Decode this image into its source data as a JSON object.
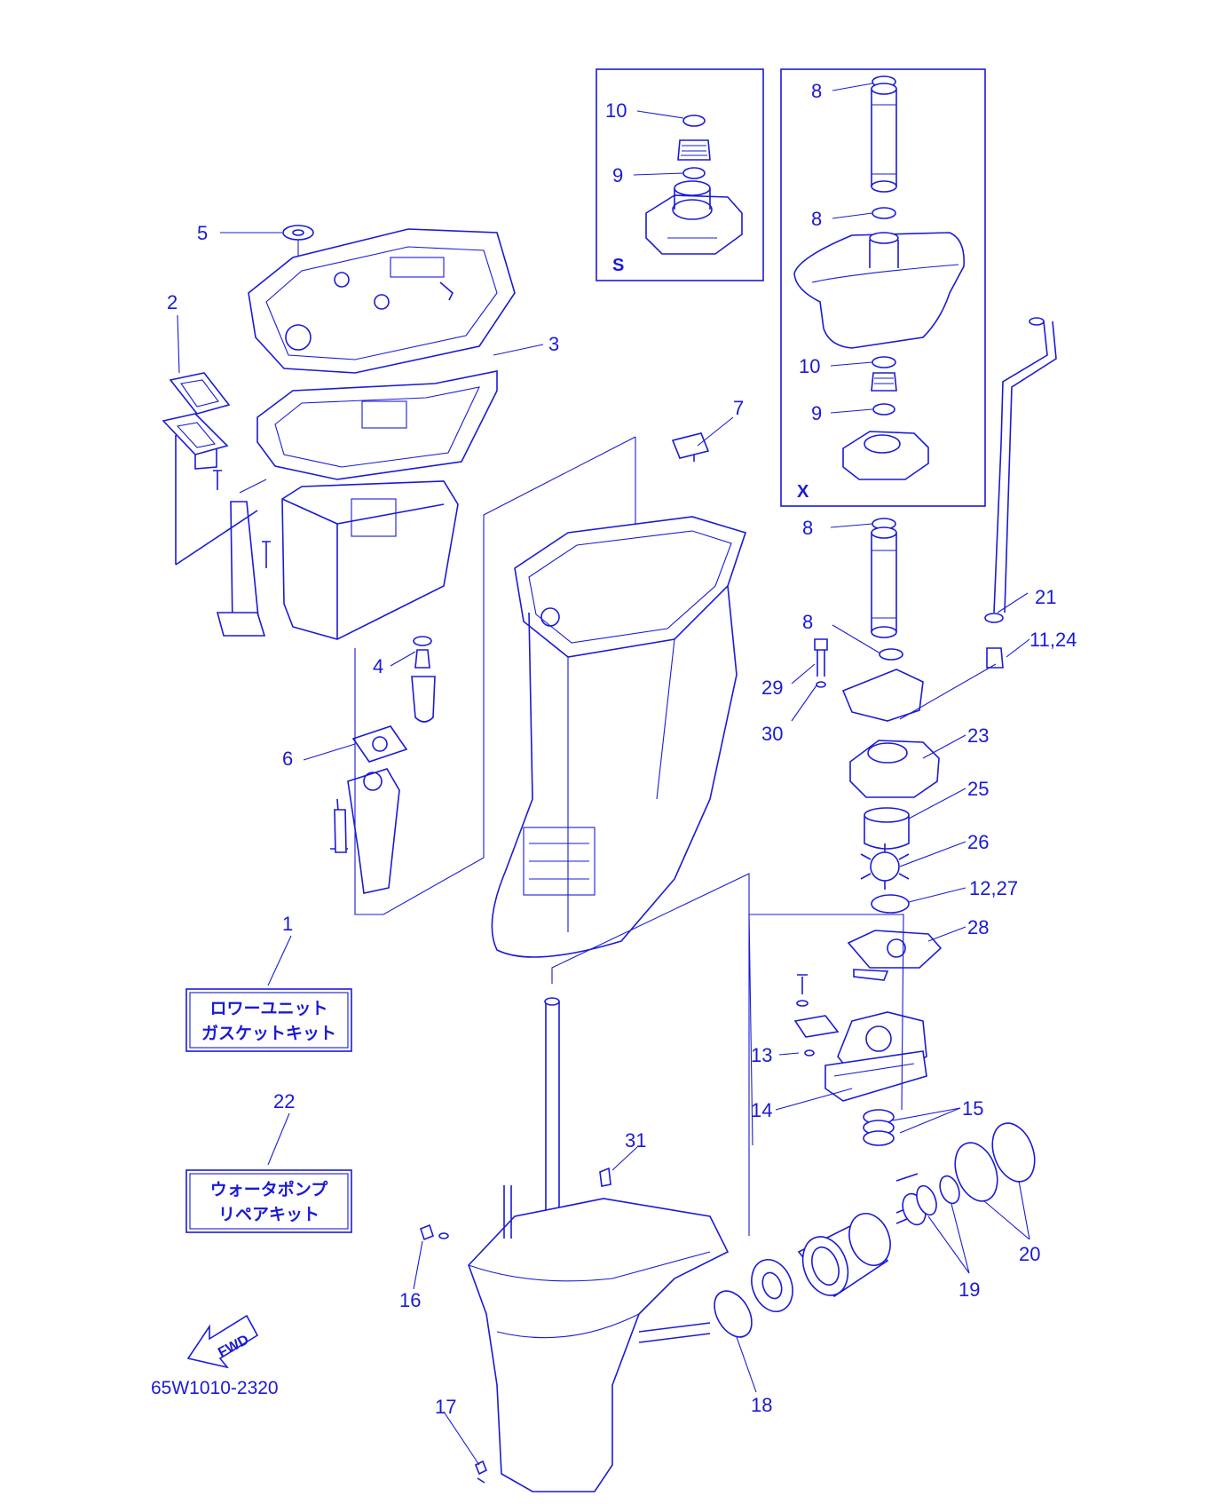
{
  "diagram": {
    "part_code": "65W1010-2320",
    "fwd_label": "FWD",
    "kits": [
      {
        "ref": "1",
        "line1": "ロワーユニット",
        "line2": "ガスケットキット"
      },
      {
        "ref": "22",
        "line1": "ウォータポンプ",
        "line2": "リペアキット"
      }
    ],
    "variants": [
      {
        "id": "S"
      },
      {
        "id": "X"
      }
    ],
    "callouts": [
      {
        "id": "c5",
        "label": "5"
      },
      {
        "id": "c2",
        "label": "2"
      },
      {
        "id": "c3",
        "label": "3"
      },
      {
        "id": "c4",
        "label": "4"
      },
      {
        "id": "c6",
        "label": "6"
      },
      {
        "id": "c7",
        "label": "7"
      },
      {
        "id": "cS10",
        "label": "10"
      },
      {
        "id": "cS9",
        "label": "9"
      },
      {
        "id": "cX8a",
        "label": "8"
      },
      {
        "id": "cX8b",
        "label": "8"
      },
      {
        "id": "cX10",
        "label": "10"
      },
      {
        "id": "cX9",
        "label": "9"
      },
      {
        "id": "c8a",
        "label": "8"
      },
      {
        "id": "c8b",
        "label": "8"
      },
      {
        "id": "c21",
        "label": "21"
      },
      {
        "id": "c1124",
        "label": "11,24"
      },
      {
        "id": "c29",
        "label": "29"
      },
      {
        "id": "c30",
        "label": "30"
      },
      {
        "id": "c23",
        "label": "23"
      },
      {
        "id": "c25",
        "label": "25"
      },
      {
        "id": "c26",
        "label": "26"
      },
      {
        "id": "c1227",
        "label": "12,27"
      },
      {
        "id": "c28",
        "label": "28"
      },
      {
        "id": "c13",
        "label": "13"
      },
      {
        "id": "c14",
        "label": "14"
      },
      {
        "id": "c15",
        "label": "15"
      },
      {
        "id": "c31",
        "label": "31"
      },
      {
        "id": "c16",
        "label": "16"
      },
      {
        "id": "c17",
        "label": "17"
      },
      {
        "id": "c18",
        "label": "18"
      },
      {
        "id": "c19",
        "label": "19"
      },
      {
        "id": "c20",
        "label": "20"
      }
    ]
  }
}
